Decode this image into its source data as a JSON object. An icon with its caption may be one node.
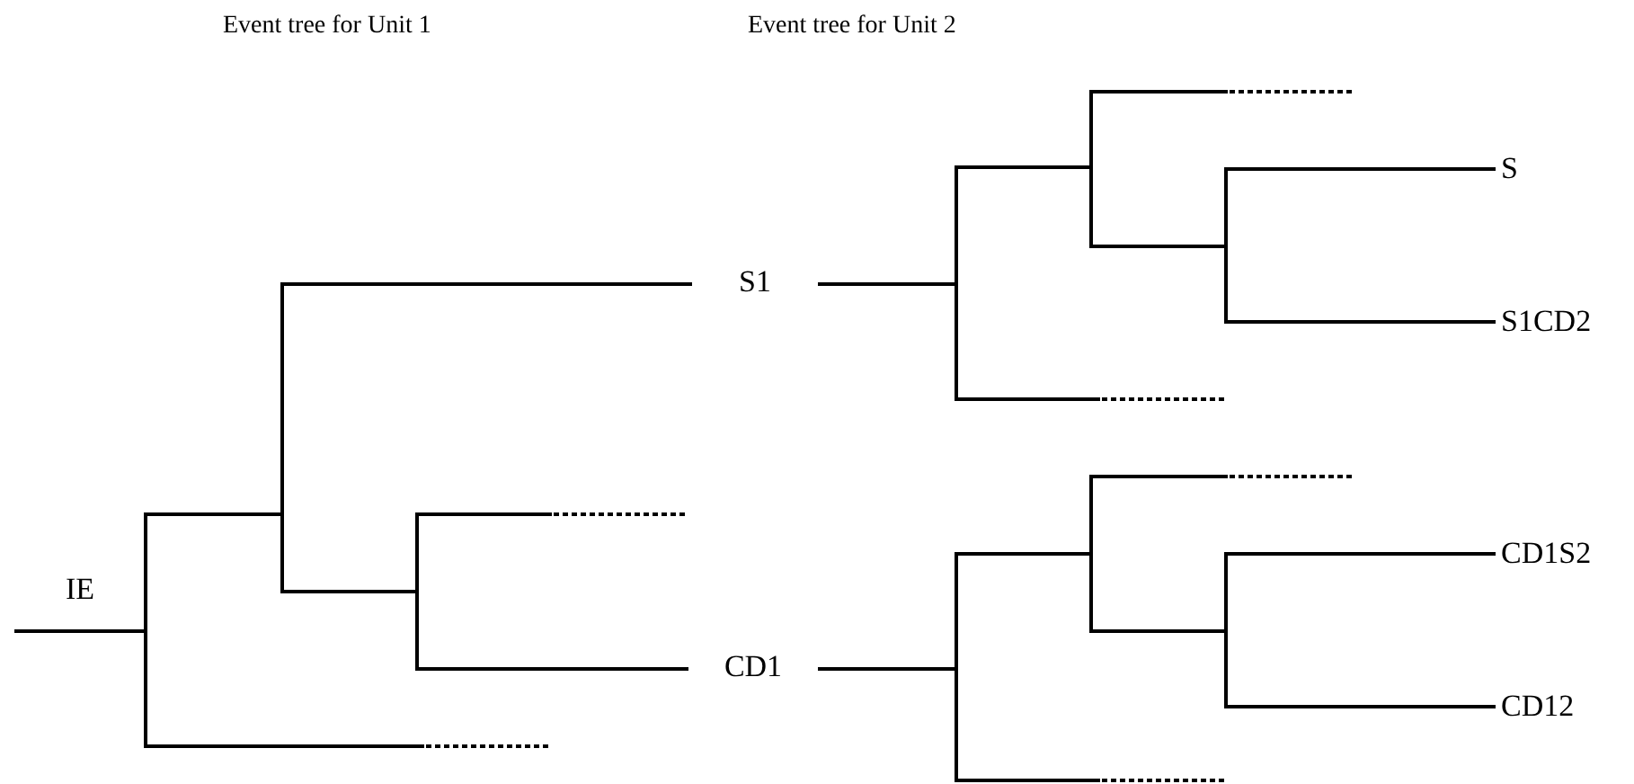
{
  "diagram": {
    "nodes": [
      {
        "text": [
          "IE"
        ]
      },
      {
        "text": [
          "S1"
        ]
      },
      {
        "text": [
          "CD1"
        ]
      },
      {
        "text": [
          "S"
        ]
      },
      {
        "text": [
          "S1CD2"
        ]
      },
      {
        "text": [
          "CD1S2"
        ]
      },
      {
        "text": [
          "CD12"
        ]
      }
    ],
    "edges": [
      {
        "from": 0,
        "to": 1,
        "arrow": "none"
      },
      {
        "from": 0,
        "to": 2,
        "arrow": "none"
      },
      {
        "from": 0,
        "to": null,
        "arrow": "none",
        "style": "dashed"
      },
      {
        "from": 0,
        "to": null,
        "arrow": "none",
        "style": "dashed"
      },
      {
        "from": 1,
        "to": 3,
        "arrow": "none"
      },
      {
        "from": 1,
        "to": 4,
        "arrow": "none"
      },
      {
        "from": 1,
        "to": null,
        "arrow": "none",
        "style": "dashed"
      },
      {
        "from": 1,
        "to": null,
        "arrow": "none",
        "style": "dashed"
      },
      {
        "from": 2,
        "to": 5,
        "arrow": "none"
      },
      {
        "from": 2,
        "to": 6,
        "arrow": "none"
      },
      {
        "from": 2,
        "to": null,
        "arrow": "none",
        "style": "dashed"
      },
      {
        "from": 2,
        "to": null,
        "arrow": "none",
        "style": "dashed"
      }
    ],
    "labels": [
      "Event tree for Unit 1",
      "Event tree for Unit 2"
    ]
  }
}
